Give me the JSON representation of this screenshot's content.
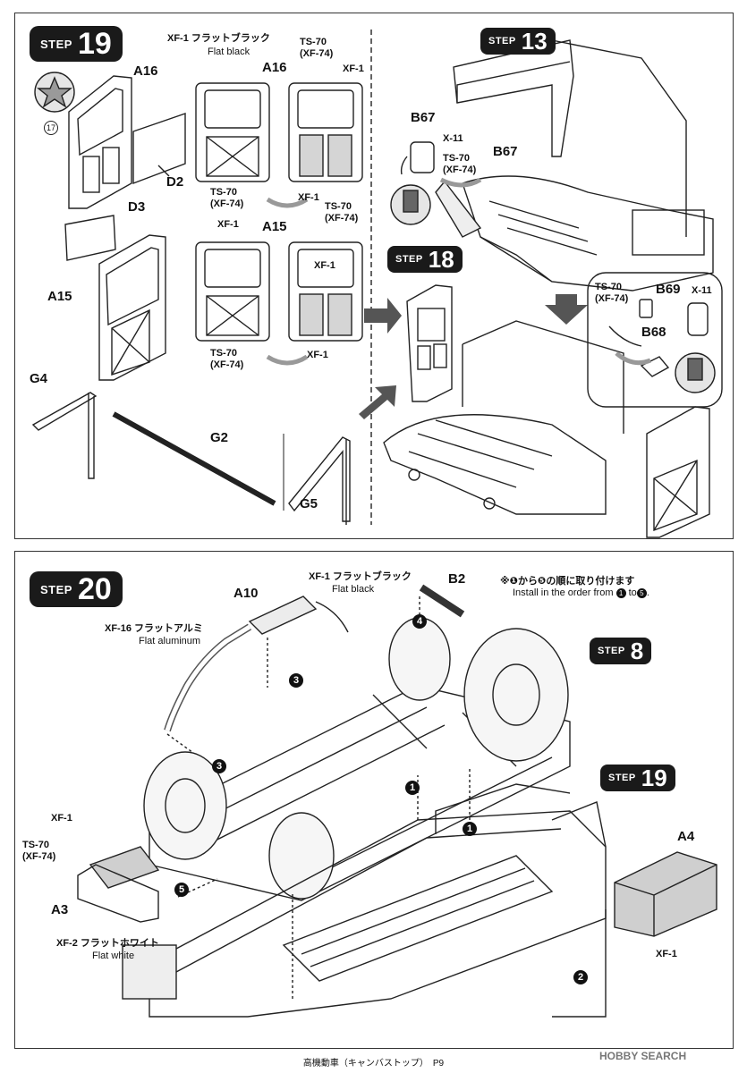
{
  "step19": {
    "badge_word": "STEP",
    "badge_num": "19",
    "paint_top": "XF-1 フラットブラック",
    "paint_top_en": "Flat black",
    "labels": {
      "a16_left": "A16",
      "d2": "D2",
      "d3": "D3",
      "a15_left": "A15",
      "a16_mid": "A16",
      "a15_mid": "A15",
      "ts70_a": "TS-70",
      "xf74_a": "(XF-74)",
      "xf1_a": "XF-1",
      "ts70_b": "TS-70",
      "xf74_b": "(XF-74)",
      "xf1_b": "XF-1",
      "ts70_c": "TS-70",
      "xf74_c": "(XF-74)",
      "xf1_c": "XF-1",
      "xf1_d": "XF-1",
      "ts70_d": "TS-70",
      "xf74_d": "(XF-74)",
      "xf1_e": "XF-1",
      "g4": "G4",
      "g2": "G2",
      "g5": "G5",
      "num17": "17"
    }
  },
  "step13": {
    "badge_word": "STEP",
    "badge_num": "13",
    "labels": {
      "b67_a": "B67",
      "x11_a": "X-11",
      "ts70": "TS-70",
      "xf74": "(XF-74)",
      "b67_b": "B67"
    }
  },
  "step18": {
    "badge_word": "STEP",
    "badge_num": "18",
    "labels": {
      "ts70": "TS-70",
      "xf74": "(XF-74)",
      "b69": "B69",
      "x11": "X-11",
      "b68": "B68"
    }
  },
  "step20": {
    "badge_word": "STEP",
    "badge_num": "20",
    "note_jp": "※❶から❺の順に取り付けます",
    "note_en_prefix": "Install in the order from",
    "note_en_mid": "to",
    "note_num_from": "1",
    "note_num_to": "5",
    "paint_b2": "XF-1 フラットブラック",
    "paint_b2_en": "Flat black",
    "b2": "B2",
    "a10": "A10",
    "paint_a10": "XF-16 フラットアルミ",
    "paint_a10_en": "Flat aluminum",
    "xf1_a3": "XF-1",
    "ts70": "TS-70",
    "xf74": "(XF-74)",
    "a3": "A3",
    "paint_a3b": "XF-2 フラットホワイト",
    "paint_a3b_en": "Flat white",
    "a4": "A4",
    "xf1_a4": "XF-1",
    "step8_word": "STEP",
    "step8_num": "8",
    "step19_word": "STEP",
    "step19_num": "19",
    "order_nums": [
      "1",
      "1",
      "2",
      "3",
      "3",
      "4",
      "5"
    ]
  },
  "footer": {
    "title": "高機動車（キャンバストップ）　P9"
  },
  "watermark": {
    "text": "HOBBY SEARCH"
  }
}
